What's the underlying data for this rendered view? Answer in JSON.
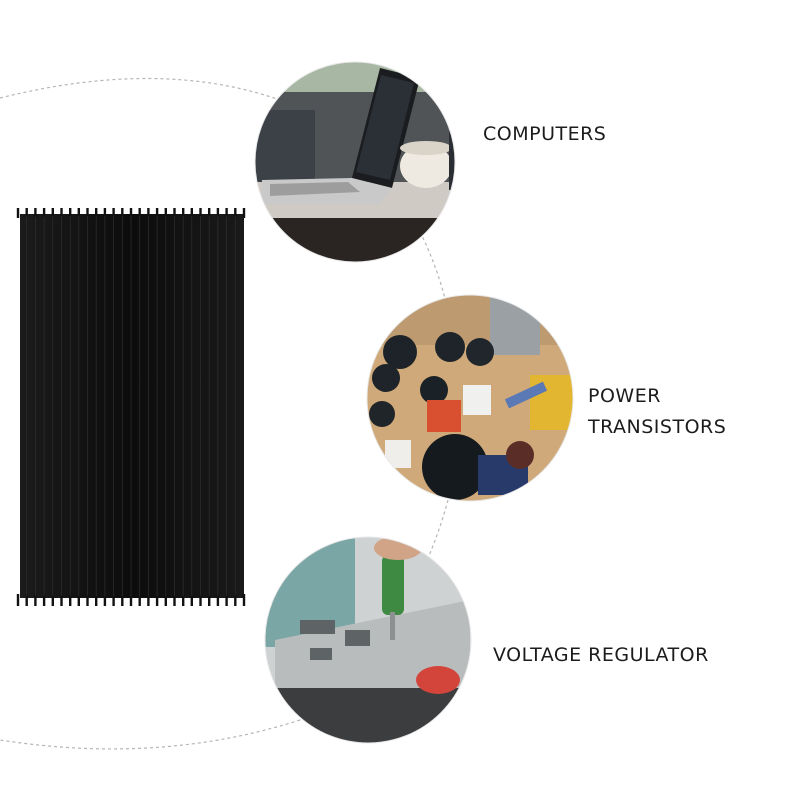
{
  "labels": {
    "computers": "COMPUTERS",
    "power_line1": "POWER",
    "power_line2": "TRANSISTORS",
    "voltage": "VOLTAGE REGULATOR"
  },
  "icons": {
    "heatsink": "heatsink-image",
    "computers": "laptop-photo",
    "power": "circuit-board-photo",
    "voltage": "screwdriver-photo"
  },
  "colors": {
    "heatsink": "#111111",
    "text": "#1c1c1c",
    "dash": "#b5b5b5"
  }
}
